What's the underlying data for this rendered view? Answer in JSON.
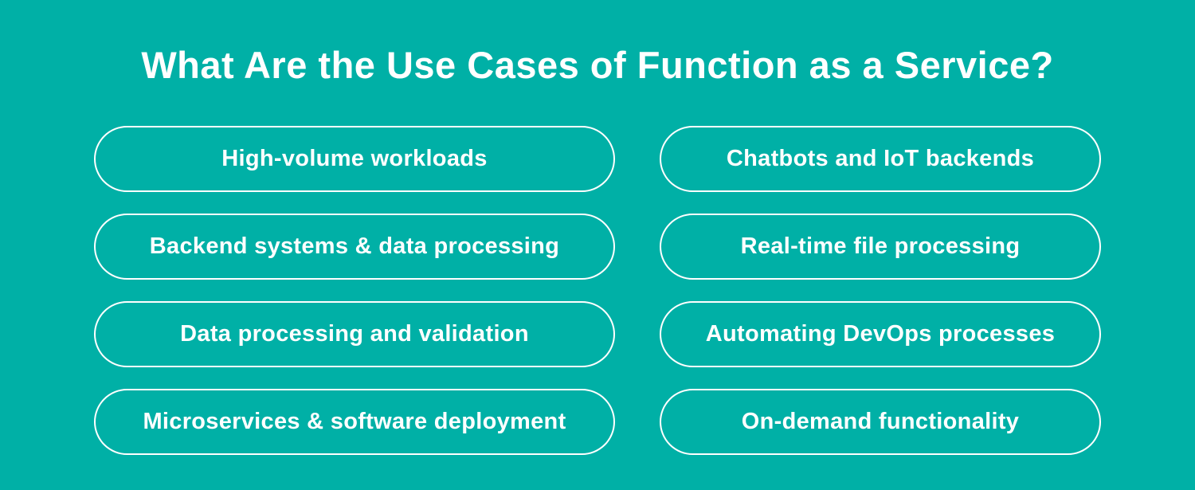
{
  "page": {
    "background_color": "#00b0a6",
    "text_color": "#ffffff",
    "pill_border_color": "#ffffff"
  },
  "header": {
    "title": "What Are the Use Cases of Function as a Service?"
  },
  "use_cases": {
    "left": [
      "High-volume workloads",
      "Backend systems & data processing",
      "Data processing and validation",
      "Microservices & software deployment"
    ],
    "right": [
      "Chatbots and IoT backends",
      "Real-time file processing",
      "Automating DevOps processes",
      "On-demand functionality"
    ]
  }
}
